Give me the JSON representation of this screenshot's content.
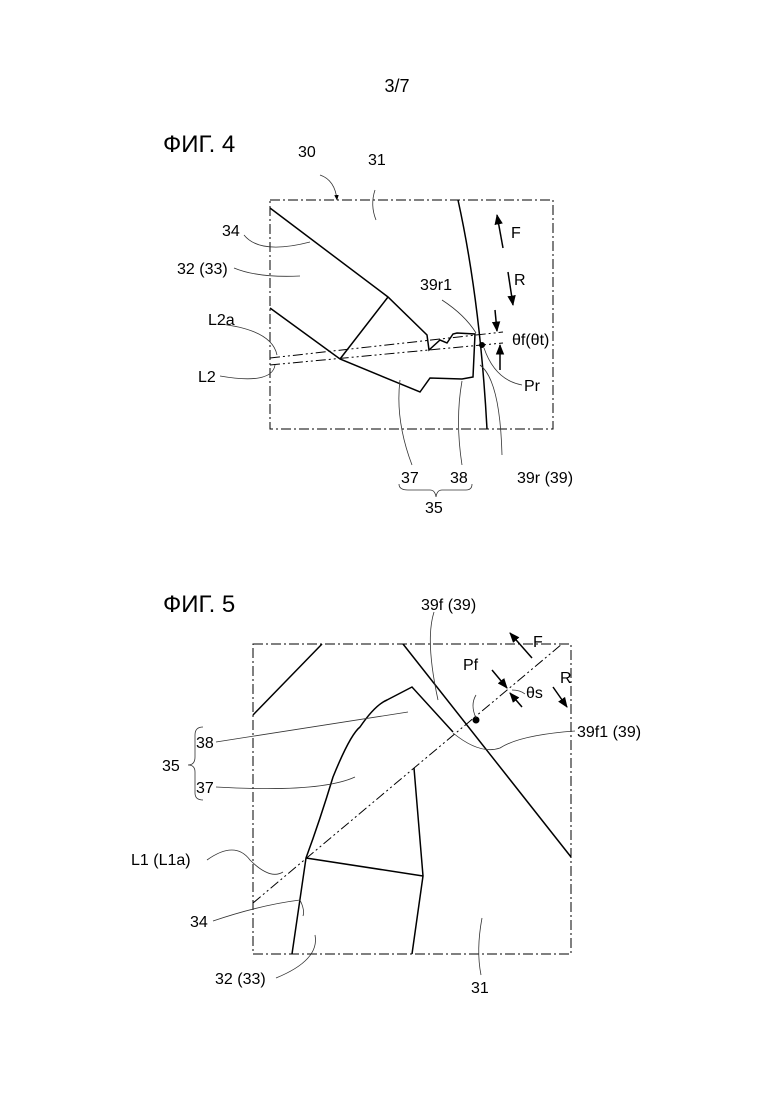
{
  "page_number": "3/7",
  "fig4": {
    "title": "ФИГ. 4",
    "labels": {
      "l30": "30",
      "l31": "31",
      "l34": "34",
      "l32": "32 (33)",
      "lL2a": "L2a",
      "lL2": "L2",
      "l39r1": "39r1",
      "lF": "F",
      "lR": "R",
      "ltheta": "θf(θt)",
      "lPr": "Pr",
      "l37": "37",
      "l38": "38",
      "l39r": "39r (39)",
      "l35": "35"
    }
  },
  "fig5": {
    "title": "ФИГ. 5",
    "labels": {
      "l39f": "39f (39)",
      "lF": "F",
      "lPf": "Pf",
      "ltheta": "θs",
      "lR": "R",
      "l39f1": "39f1 (39)",
      "l38": "38",
      "l35": "35",
      "l37": "37",
      "lL1": "L1 (L1a)",
      "l34": "34",
      "l32": "32 (33)",
      "l31": "31"
    }
  }
}
